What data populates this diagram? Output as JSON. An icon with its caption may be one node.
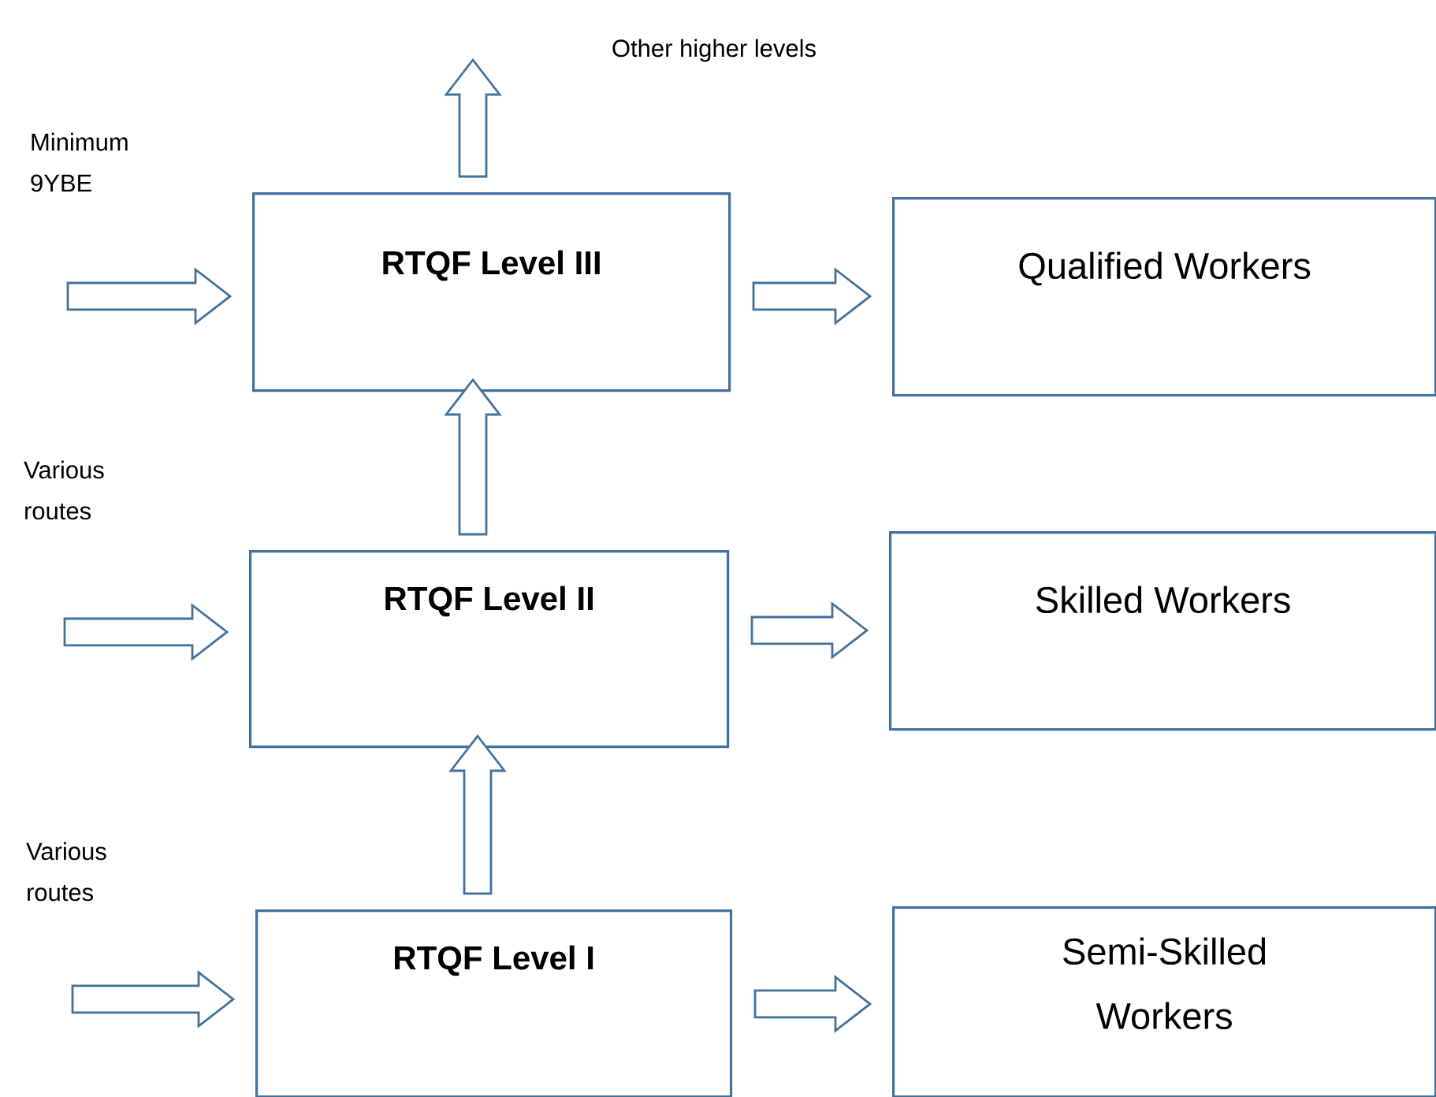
{
  "diagram": {
    "nodes": [
      {
        "text": [
          "Minimum 9YBE"
        ]
      },
      {
        "text": [
          "RTQF Level III"
        ]
      },
      {
        "text": [
          "Qualified Workers"
        ]
      },
      {
        "text": [
          "Various routes"
        ]
      },
      {
        "text": [
          "RTQF Level II"
        ]
      },
      {
        "text": [
          "Skilled Workers"
        ]
      },
      {
        "text": [
          "Various routes"
        ]
      },
      {
        "text": [
          "RTQF Level I"
        ]
      },
      {
        "text": [
          "Semi-Skilled Workers"
        ]
      }
    ],
    "edges": [
      {
        "from": 1,
        "to": null,
        "arrow": "to"
      },
      {
        "from": 0,
        "to": 1,
        "arrow": "to"
      },
      {
        "from": 1,
        "to": 2,
        "arrow": "to"
      },
      {
        "from": 4,
        "to": 1,
        "arrow": "to"
      },
      {
        "from": 3,
        "to": 4,
        "arrow": "to"
      },
      {
        "from": 4,
        "to": 5,
        "arrow": "to"
      },
      {
        "from": 7,
        "to": 4,
        "arrow": "to"
      },
      {
        "from": 6,
        "to": 7,
        "arrow": "to"
      },
      {
        "from": 7,
        "to": 8,
        "arrow": "to"
      }
    ],
    "labels": [
      "Other higher levels"
    ]
  }
}
